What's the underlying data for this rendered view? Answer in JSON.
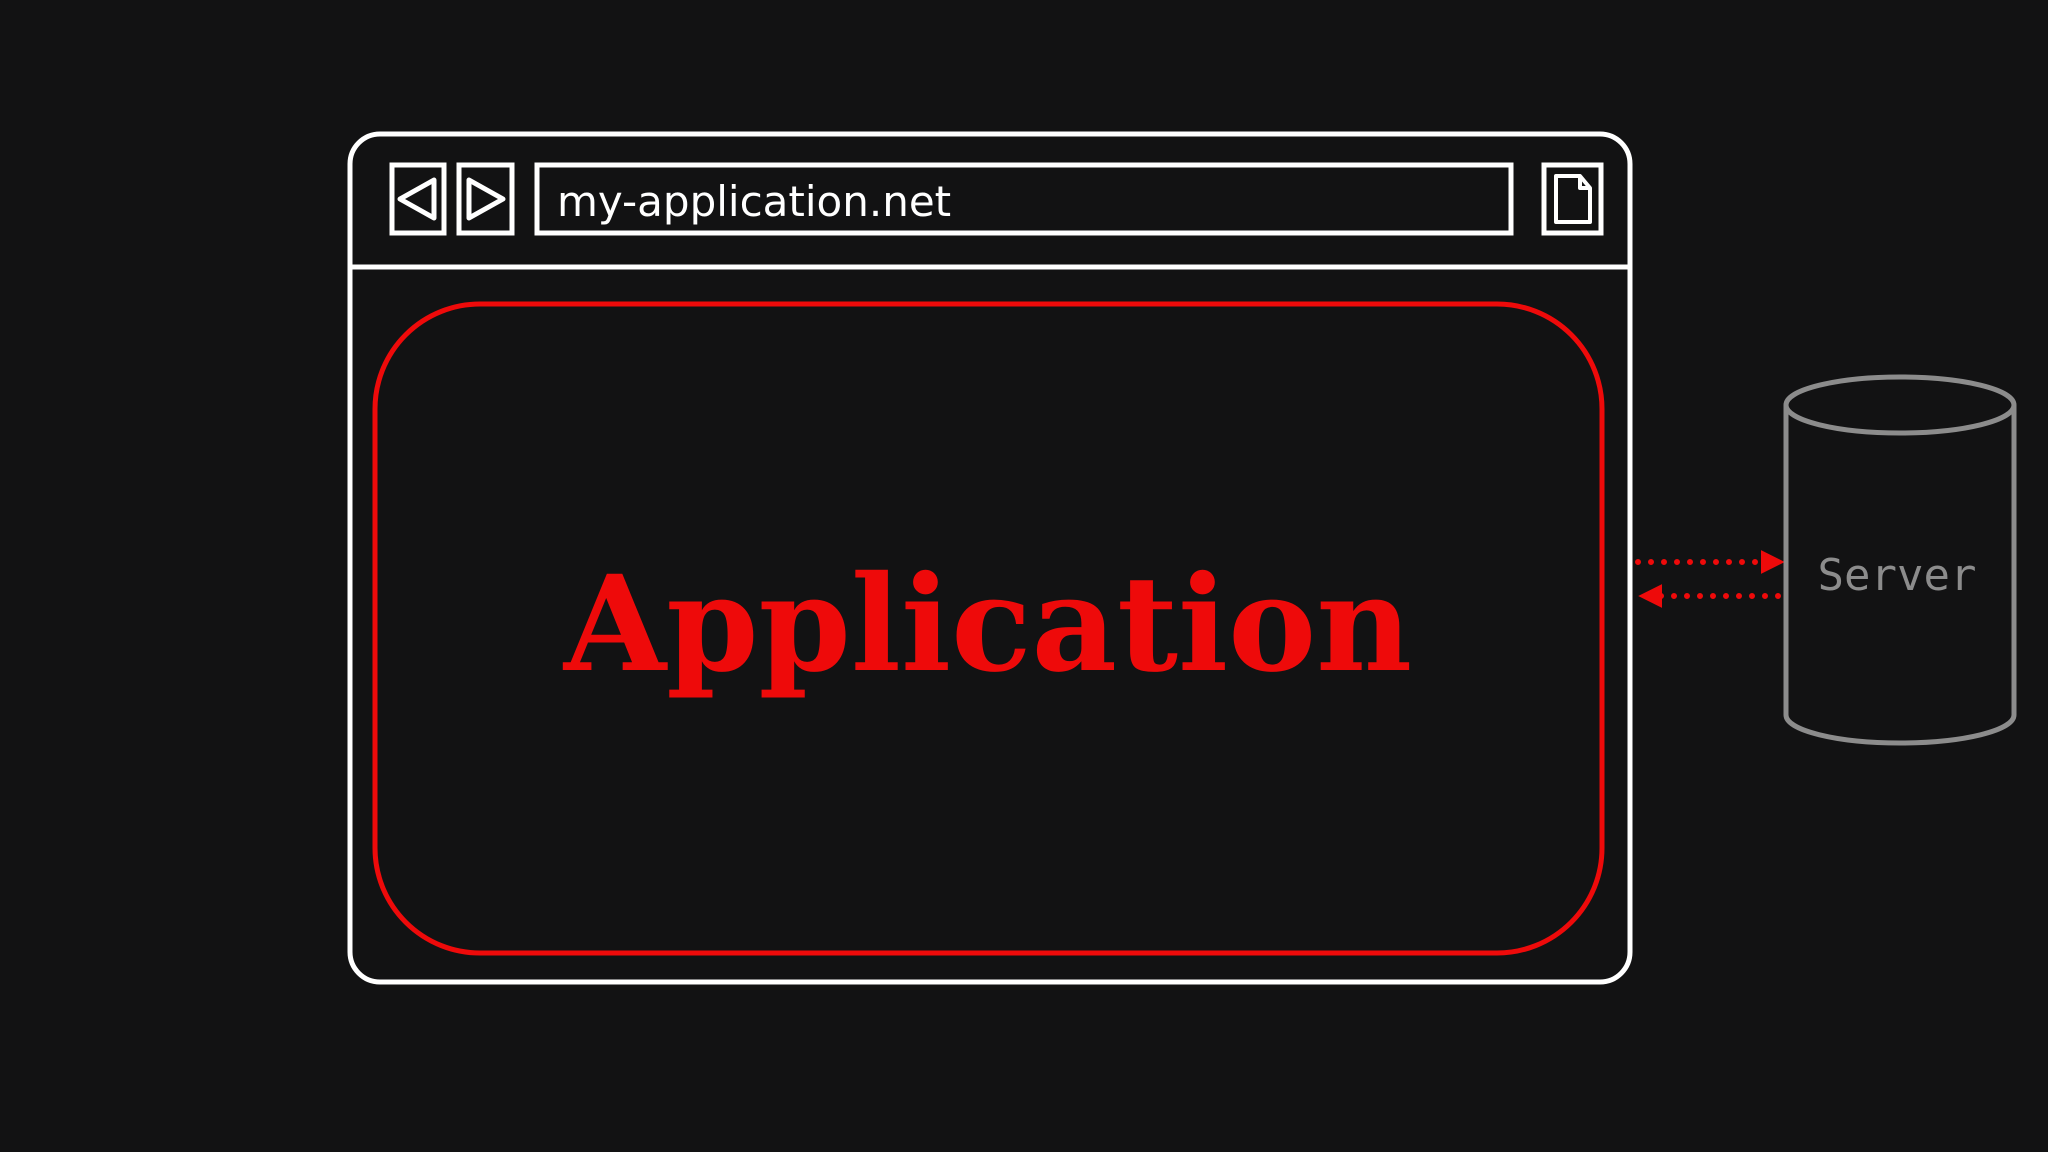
{
  "browser": {
    "url": "my-application.net",
    "back_icon": "triangle-left-icon",
    "forward_icon": "triangle-right-icon",
    "page_icon": "document-icon"
  },
  "application": {
    "label": "Application"
  },
  "server": {
    "label": "Server",
    "icon": "database-cylinder-icon"
  },
  "connection": {
    "arrows": [
      "to-server",
      "to-application"
    ],
    "style": "dotted"
  },
  "colors": {
    "background": "#121213",
    "browser_frame": "#ffffff",
    "application": "#ee0a0a",
    "server": "#8c8c8c",
    "arrows": "#ee0a0a"
  }
}
